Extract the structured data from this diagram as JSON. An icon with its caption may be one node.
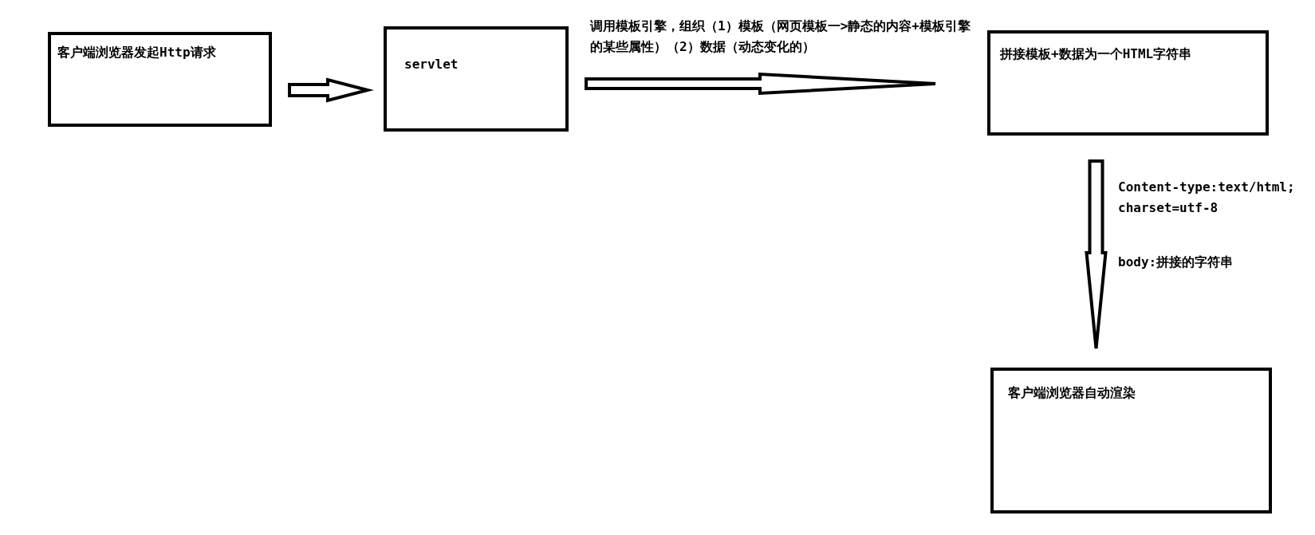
{
  "diagram": {
    "nodes": [
      {
        "text": [
          "客户端浏览器发起Http请求"
        ]
      },
      {
        "text": [
          "servlet"
        ]
      },
      {
        "text": [
          "拼接模板+数据为一个HTML字符串"
        ]
      },
      {
        "text": [
          "客户端浏览器自动渲染"
        ]
      }
    ],
    "edges": [
      {
        "from": 0,
        "to": 1,
        "arrow": "to"
      },
      {
        "from": 1,
        "to": 2,
        "arrow": "to",
        "label": "调用模板引擎，组织（1）模板（网页模板一>静态的内容+模板引擎的某些属性）（2）数据（动态变化的）"
      },
      {
        "from": 2,
        "to": 3,
        "arrow": "to",
        "label": "Content-type:text/html;charset=utf-8"
      }
    ],
    "labels": [
      "body:拼接的字符串"
    ]
  }
}
